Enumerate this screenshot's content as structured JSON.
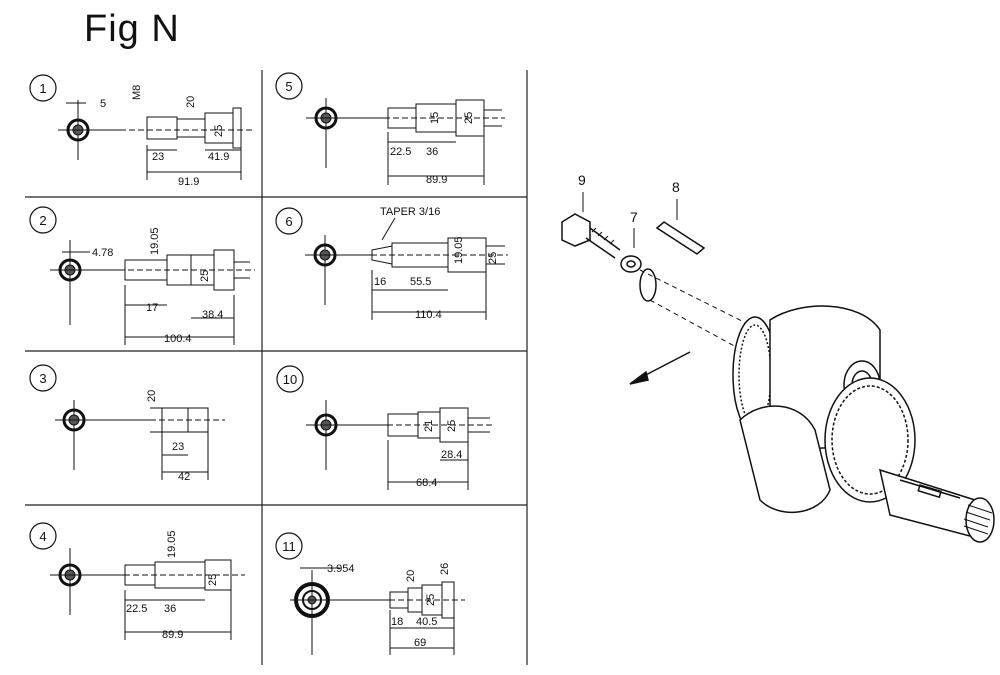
{
  "title": "Fig N",
  "panels": [
    {
      "number": "1",
      "dims": [
        "5",
        "M8",
        "20",
        "25",
        "23",
        "41.9",
        "91.9"
      ]
    },
    {
      "number": "2",
      "dims": [
        "4.78",
        "19.05",
        "25",
        "17",
        "38.4",
        "100.4"
      ]
    },
    {
      "number": "3",
      "dims": [
        "20",
        "23",
        "42"
      ]
    },
    {
      "number": "4",
      "dims": [
        "19.05",
        "25",
        "22.5",
        "36",
        "89.9"
      ]
    },
    {
      "number": "5",
      "dims": [
        "15",
        "25",
        "22.5",
        "36",
        "89.9"
      ]
    },
    {
      "number": "6",
      "dims": [
        "19.05",
        "25",
        "16",
        "55.5",
        "110.4"
      ],
      "note": "TAPER 3/16"
    },
    {
      "number": "10",
      "dims": [
        "21",
        "25",
        "28.4",
        "68.4"
      ]
    },
    {
      "number": "11",
      "dims": [
        "3.954",
        "20",
        "25",
        "26",
        "18",
        "40.5",
        "69"
      ]
    }
  ],
  "callouts": [
    "9",
    "8",
    "7"
  ],
  "icon": {
    "arrow": "arrow-icon",
    "crankshaft": "crankshaft-illustration"
  }
}
